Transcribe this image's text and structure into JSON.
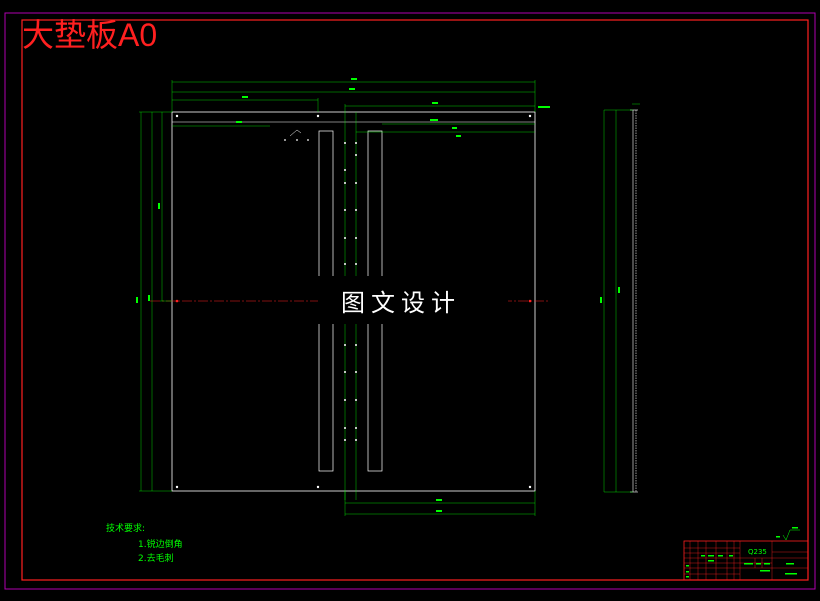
{
  "drawing_title": "大垫板A0",
  "watermark": "图文设计",
  "tech_requirements": {
    "heading": "技术要求:",
    "items": [
      "1.锐边倒角",
      "2.去毛刺"
    ]
  },
  "title_block": {
    "material": "Q235"
  },
  "colors": {
    "frame": "#ff2020",
    "outer_border": "#b000b0",
    "part_outline": "#ffffff",
    "dimension": "#00ff00",
    "centerline": "#ff2020",
    "background": "#000000"
  }
}
